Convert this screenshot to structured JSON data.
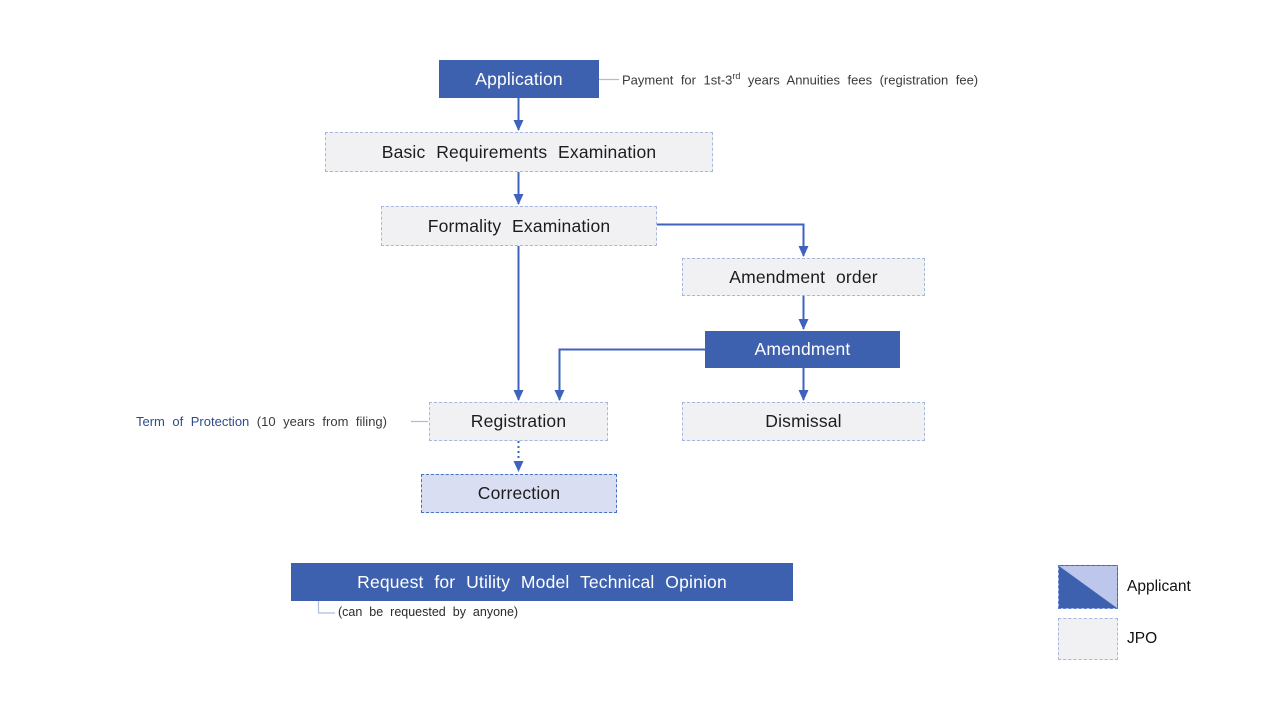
{
  "nodes": {
    "application": {
      "label": "Application",
      "actor": "applicant"
    },
    "basic_requirements": {
      "label": "Basic Requirements Examination",
      "actor": "jpo"
    },
    "formality_examination": {
      "label": "Formality Examination",
      "actor": "jpo"
    },
    "amendment_order": {
      "label": "Amendment order",
      "actor": "jpo"
    },
    "amendment": {
      "label": "Amendment",
      "actor": "applicant"
    },
    "registration": {
      "label": "Registration",
      "actor": "jpo"
    },
    "dismissal": {
      "label": "Dismissal",
      "actor": "jpo"
    },
    "correction": {
      "label": "Correction",
      "actor": "applicant"
    },
    "request_opinion": {
      "label": "Request for Utility Model Technical Opinion",
      "actor": "applicant"
    }
  },
  "annotations": {
    "payment_prefix": "Payment for 1st-3",
    "payment_superscript": "rd",
    "payment_suffix": " years Annuities fees (registration fee)",
    "term_of_protection": "Term of Protection",
    "term_detail": " (10 years from filing)",
    "request_note": "(can be requested by anyone)"
  },
  "legend": {
    "applicant": "Applicant",
    "jpo": "JPO"
  },
  "colors": {
    "applicant_blue": "#3d61af",
    "applicant_light": "#bcc7eb",
    "correction_fill": "#dadef2",
    "correction_border": "#4472c4",
    "jpo_fill": "#f1f1f4",
    "jpo_border": "#a6b8e0",
    "arrow_blue": "#3f63bc",
    "annotation_line": "#aebcdc",
    "term_text_blue": "#2e4c8c"
  }
}
